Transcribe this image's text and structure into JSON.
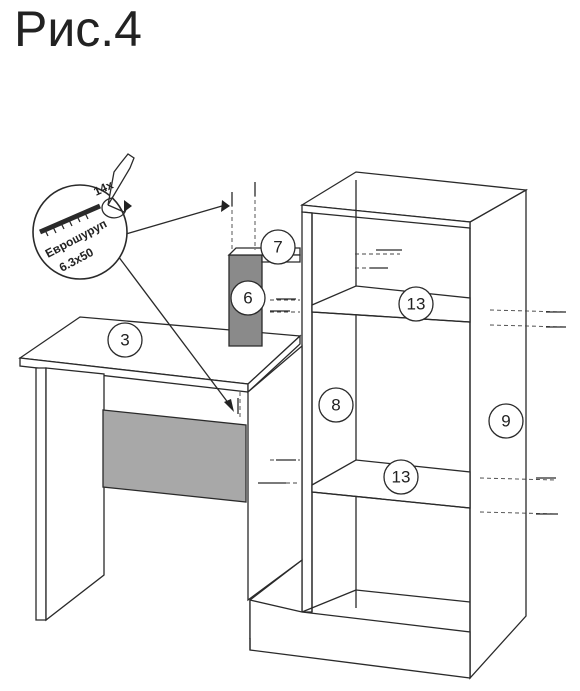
{
  "title": "Рис.4",
  "fastener": {
    "quantity": "14x",
    "name": "Еврошуруп",
    "size": "6.3x50"
  },
  "parts": {
    "p3": "3",
    "p6": "6",
    "p7": "7",
    "p8": "8",
    "p9": "9",
    "p13a": "13",
    "p13b": "13"
  }
}
